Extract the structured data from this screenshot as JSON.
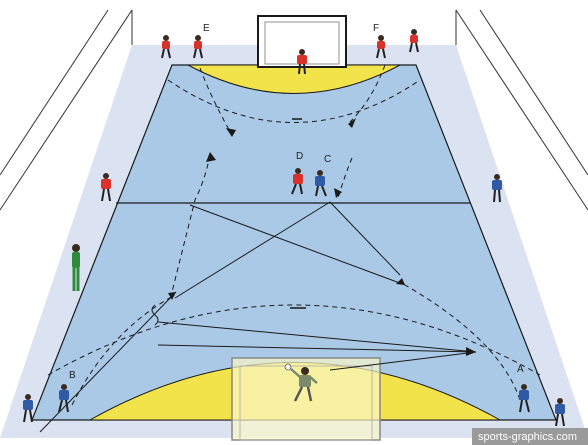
{
  "colors": {
    "court": "#a9c9e6",
    "court_edge": "#c9d6ec",
    "goal_area": "#f2e34a",
    "wall": "#ffffff",
    "line": "#1a1a1a",
    "team_red": "#d8322b",
    "team_blue": "#2f5aa6",
    "coach": "#2e8b3c",
    "keeper_bottom": "#7a8a6a"
  },
  "labels": {
    "E": "E",
    "F": "F",
    "D": "D",
    "C": "C",
    "B": "B",
    "A": "A"
  },
  "watermark": "sports-graphics.com",
  "icons": {
    "players": "player-icon",
    "goalkeepers": "goalkeeper-icon",
    "coach": "coach-icon",
    "ball": "ball-icon"
  }
}
